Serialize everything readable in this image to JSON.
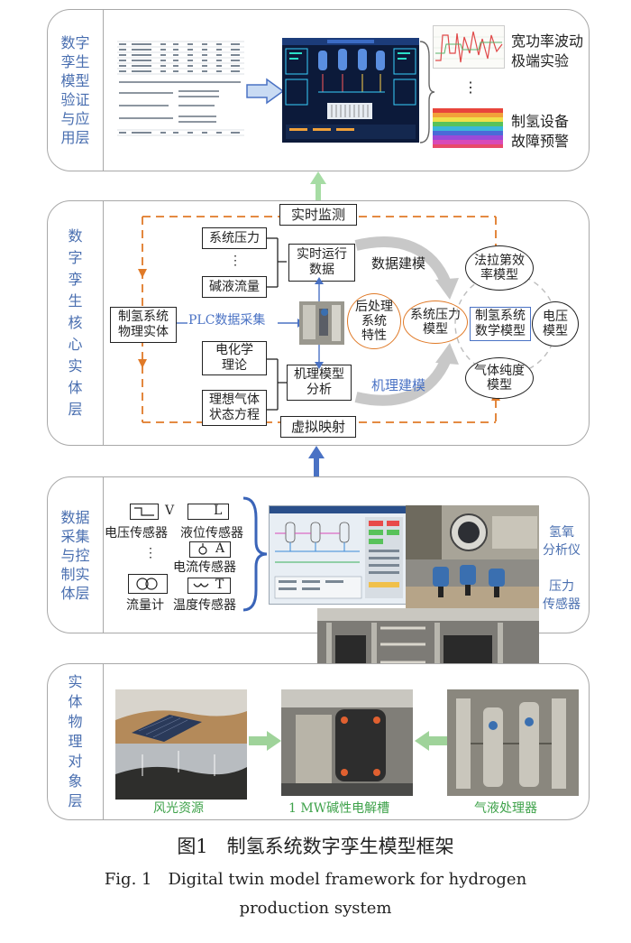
{
  "layers": [
    {
      "id": "top",
      "label": "数字\n孪生\n模型\n验证\n与应\n用层"
    },
    {
      "id": "core",
      "label": "数\n字\n孪\n生\n核\n心\n实\n体\n层"
    },
    {
      "id": "data",
      "label": "数据\n采集\n与控\n制实\n体层"
    },
    {
      "id": "physical",
      "label": "实\n体\n物\n理\n对\n象\n层"
    }
  ],
  "top_layer": {
    "app1": "宽功率波动\n极端实验",
    "ellipsis": "⋮",
    "app2": "制氢设备\n故障预警"
  },
  "core_layer": {
    "realtime_monitor": "实时监测",
    "virtual_mapping": "虚拟映射",
    "system_pressure": "系统压力",
    "ellipsis": "⋮",
    "lye_flow": "碱液流量",
    "realtime_data": "实时运行\n数据",
    "data_modeling": "数据建模",
    "physical_entity": "制氢系统\n物理实体",
    "plc": "PLC数据采集",
    "electrochem": "电化学\n理论",
    "ideal_gas": "理想气体\n状态方程",
    "mechanism_model": "机理模型\n分析",
    "mechanism_modeling": "机理建模",
    "post_process": "后处理\n系统\n特性",
    "pressure_model": "系统压力\n模型",
    "math_model": "制氢系统\n数学模型",
    "faraday": "法拉第效\n率模型",
    "voltage": "电压\n模型",
    "purity": "气体纯度\n模型"
  },
  "data_layer": {
    "voltage_sensor": "电压传感器",
    "level_sensor": "液位传感器",
    "current_sensor": "电流传感器",
    "flowmeter": "流量计",
    "temp_sensor": "温度传感器",
    "sym_v": "V",
    "sym_l": "L",
    "sym_a": "A",
    "sym_t": "T",
    "ellipsis": "⋮",
    "h2o2": "氢氧\n分析仪",
    "pressure_sensor": "压力\n传感器"
  },
  "physical_layer": {
    "wind_solar": "风光资源",
    "electrolyzer": "1 MW碱性电解槽",
    "gas_liquid": "气液处理器"
  },
  "caption": {
    "cn": "图1　制氢系统数字孪生模型框架",
    "en1": "Fig. 1　Digital twin model framework for hydrogen",
    "en2": "production system"
  },
  "colors": {
    "layer_label": "#4a6fb0",
    "dashed_loop": "#e07a28",
    "up_arrow_green": "#8fd08f",
    "up_arrow_blue": "#4a72c4",
    "flow_arrow_green": "#7fc67a",
    "brace_blue": "#3a64b8"
  }
}
